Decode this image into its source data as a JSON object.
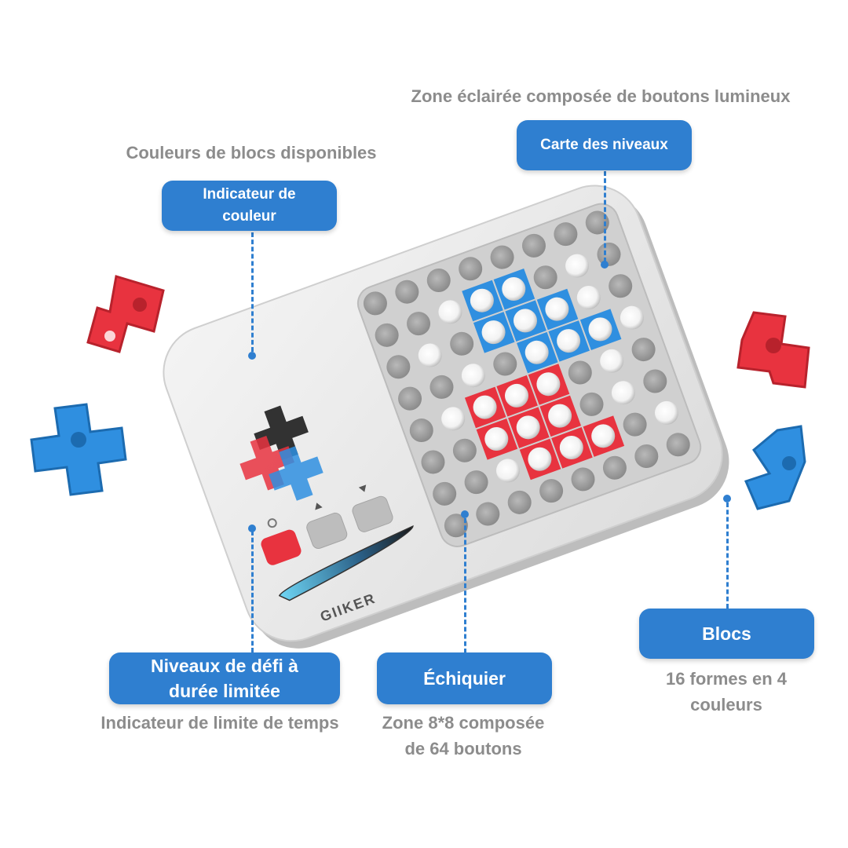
{
  "captions": {
    "zone_eclairee": "Zone éclairée composée de boutons lumineux",
    "couleurs_blocs": "Couleurs de blocs disponibles",
    "limite_temps": "Indicateur de limite de temps",
    "zone_8x8_line1": "Zone 8*8 composée",
    "zone_8x8_line2": "de 64 boutons",
    "formes_line1": "16 formes en 4",
    "formes_line2": "couleurs"
  },
  "badges": {
    "carte_niveaux": "Carte des niveaux",
    "indicateur_couleur_line1": "Indicateur de",
    "indicateur_couleur_line2": "couleur",
    "niveaux_defi_line1": "Niveaux de défi à",
    "niveaux_defi_line2": "durée limitée",
    "echiquier": "Échiquier",
    "blocs": "Blocs"
  },
  "device": {
    "brand_logo": "GIIKER"
  },
  "colors": {
    "accent_blue": "#2f7fd0",
    "caption_grey": "#8c8c8c",
    "block_red": "#e8333f",
    "block_blue": "#2f8fe0",
    "block_black": "#222222",
    "device_body": "#e9e9e9"
  },
  "icons": [
    "color-indicator-icon",
    "arrow-up-icon",
    "arrow-down-icon",
    "time-indicator-icon"
  ]
}
